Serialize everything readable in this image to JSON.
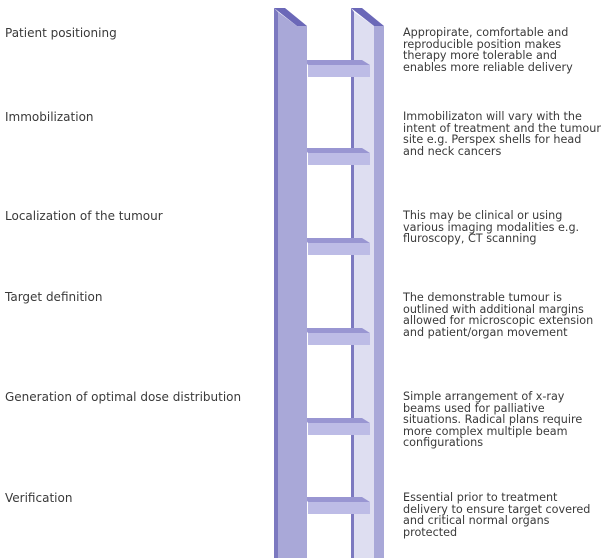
{
  "steps": [
    {
      "label": "Patient positioning",
      "description": "Appropirate, comfortable and reproducible position makes therapy more tolerable and enables more reliable delivery"
    },
    {
      "label": "Immobilization",
      "description": "Immobilizaton will vary with the intent of treatment and the tumour site e.g. Perspex shells for head and neck cancers"
    },
    {
      "label": " Localization of the tumour",
      "description": "This may be clinical or using various imaging modalities e.g. fluroscopy, CT scanning"
    },
    {
      "label": "Target definition",
      "description": "The demonstrable tumour is outlined with additional margins allowed for microscopic extension and patient/organ movement"
    },
    {
      "label": "Generation of optimal dose distribution",
      "description": "Simple arrangement of x-ray beams used for palliative situations. Radical plans require more complex multiple beam configurations"
    },
    {
      "label": "Verification",
      "description": "Essential prior to treatment delivery to ensure target covered and critical normal organs protected"
    }
  ],
  "colors": {
    "rail_front": "#a9a8d8",
    "rail_side": "#7c79c0",
    "rail_top": "#6b68b8",
    "rail_back": "#dedef1",
    "rung_top": "#9996d2",
    "rung_face": "#bdbce6",
    "text": "#3a3a3a"
  }
}
